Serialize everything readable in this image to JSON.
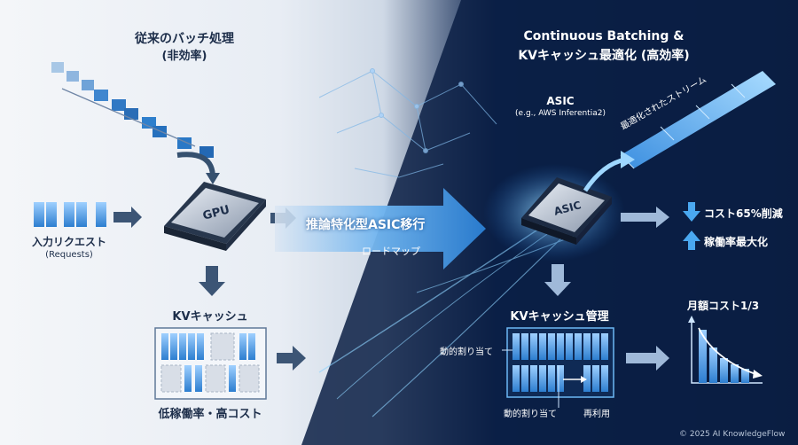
{
  "left": {
    "title_line1": "従来のバッチ処理",
    "title_line2": "(非効率)",
    "input_label": "入力リクエスト",
    "input_sub": "(Requests)",
    "gpu_chip": "GPU",
    "kv_cache_title": "KVキャッシュ",
    "bottom_caption": "低稼働率・高コスト"
  },
  "middle": {
    "migration_label": "推論特化型ASIC移行",
    "roadmap_label": "ロードマップ"
  },
  "right": {
    "title_line1": "Continuous Batching &",
    "title_line2": "KVキャッシュ最適化 (高効率)",
    "asic_label": "ASIC",
    "asic_sub": "(e.g., AWS Inferentia2)",
    "asic_chip": "ASIC",
    "stream_label": "最適化されたストリーム",
    "cost_reduction": "コスト65%削減",
    "utilization": "稼働率最大化",
    "kv_manage_title": "KVキャッシュ管理",
    "dynamic_alloc_1": "動的割り当て",
    "dynamic_alloc_2": "動的割り当て",
    "reuse": "再利用",
    "monthly_cost": "月額コスト1/3"
  },
  "footer": {
    "copyright": "© 2025 AI KnowledgeFlow"
  },
  "colors": {
    "accent_blue": "#2f86d6",
    "navy": "#0d2550",
    "cyan": "#6fd3ff",
    "text_dark": "#1d2e4a"
  },
  "icons": [
    "arrow-down-icon",
    "arrow-up-icon",
    "right-arrow-icon",
    "chip-icon"
  ]
}
